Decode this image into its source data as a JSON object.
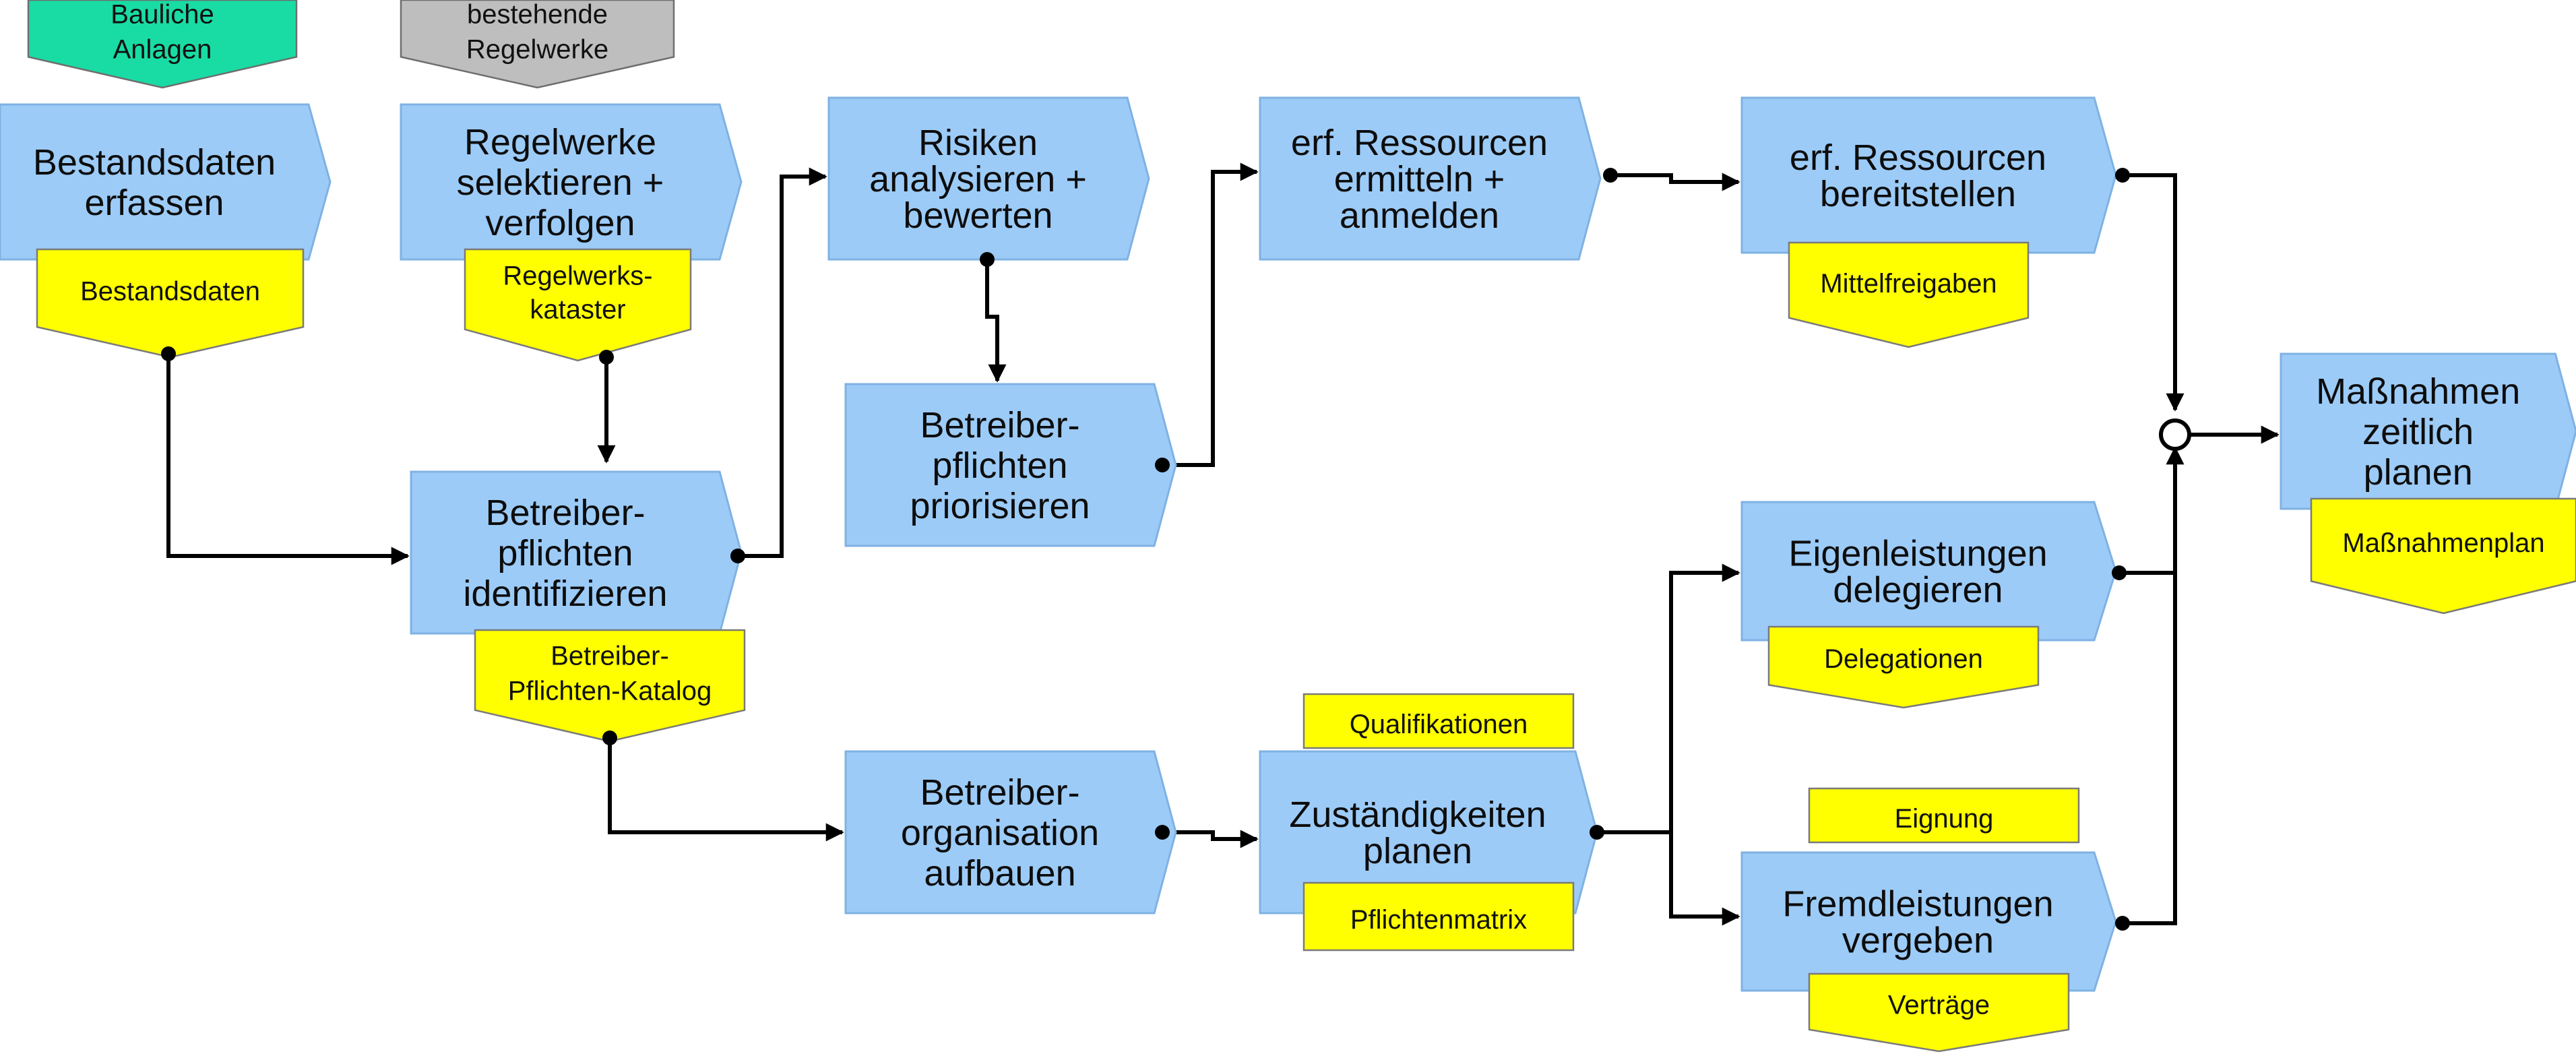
{
  "processes": {
    "bestandsdaten_erfassen": [
      "Bestandsdaten",
      "erfassen"
    ],
    "regelwerke_selektieren": [
      "Regelwerke",
      "selektieren +",
      "verfolgen"
    ],
    "risiken_analysieren": [
      "Risiken",
      "analysieren +",
      "bewerten"
    ],
    "ressourcen_ermitteln": [
      "erf. Ressourcen",
      "ermitteln +",
      "anmelden"
    ],
    "ressourcen_bereitstellen": [
      "erf. Ressourcen",
      "bereitstellen"
    ],
    "pflichten_priorisieren": [
      "Betreiber-",
      "pflichten",
      "priorisieren"
    ],
    "pflichten_identifizieren": [
      "Betreiber-",
      "pflichten",
      "identifizieren"
    ],
    "organisation_aufbauen": [
      "Betreiber-",
      "organisation",
      "aufbauen"
    ],
    "zustaendigkeiten_planen": [
      "Zuständigkeiten",
      "planen"
    ],
    "eigenleistungen_delegieren": [
      "Eigenleistungen",
      "delegieren"
    ],
    "fremdleistungen_vergeben": [
      "Fremdleistungen",
      "vergeben"
    ],
    "massnahmen_planen": [
      "Maßnahmen",
      "zeitlich",
      "planen"
    ]
  },
  "inputs": {
    "bauliche_anlagen": [
      "Bauliche",
      "Anlagen"
    ],
    "bestehende_regelwerke": [
      "bestehende",
      "Regelwerke"
    ]
  },
  "documents": {
    "bestandsdaten": [
      "Bestandsdaten"
    ],
    "regelwerkskataster": [
      "Regelwerks-",
      "kataster"
    ],
    "mittelfreigaben": [
      "Mittelfreigaben"
    ],
    "pflichten_katalog": [
      "Betreiber-",
      "Pflichten-Katalog"
    ],
    "qualifikationen": [
      "Qualifikationen"
    ],
    "pflichtenmatrix": [
      "Pflichtenmatrix"
    ],
    "delegationen": [
      "Delegationen"
    ],
    "eignung": [
      "Eignung"
    ],
    "vertraege": [
      "Verträge"
    ],
    "massnahmenplan": [
      "Maßnahmenplan"
    ]
  },
  "colors": {
    "process_fill": "#9ccbf7",
    "document_fill": "#ffff00",
    "input_green": "#19dca4",
    "input_gray": "#bebebe",
    "connector": "#000000"
  }
}
